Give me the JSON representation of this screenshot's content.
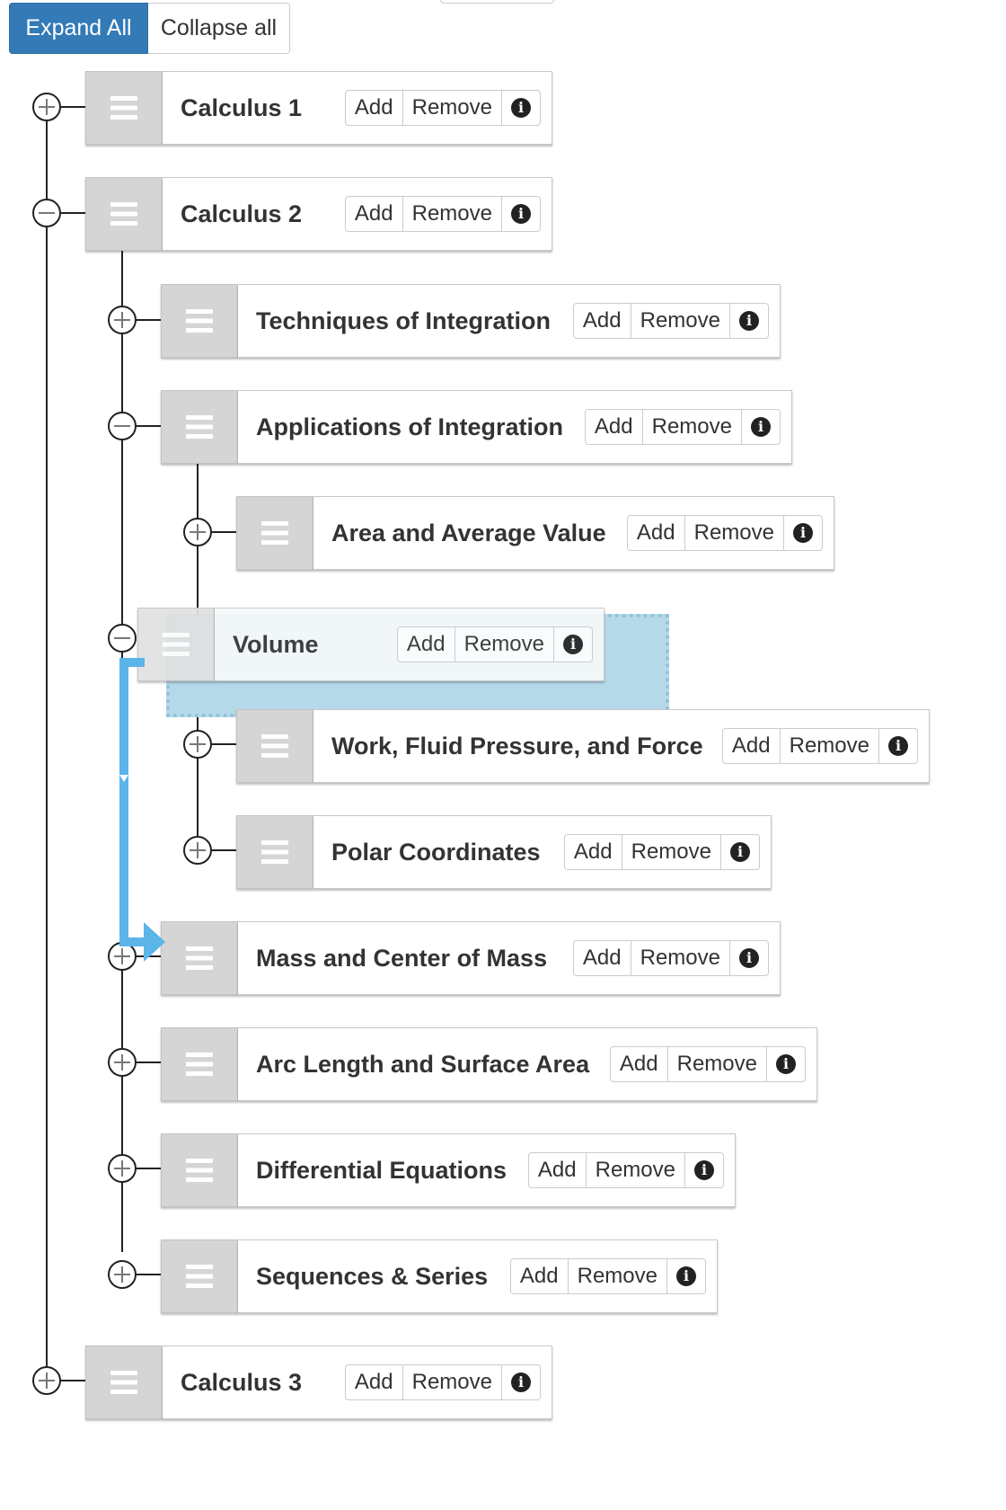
{
  "toolbar": {
    "expand_all": "Expand All",
    "collapse_all": "Collapse all"
  },
  "node_buttons": {
    "add": "Add",
    "remove": "Remove",
    "info_icon": "info-circle-icon",
    "info_glyph": "i"
  },
  "tree": {
    "calculus1": {
      "title": "Calculus 1",
      "state": "collapsed"
    },
    "calculus2": {
      "title": "Calculus 2",
      "state": "expanded"
    },
    "techniques": {
      "title": "Techniques of Integration",
      "state": "collapsed"
    },
    "applications": {
      "title": "Applications of Integration",
      "state": "expanded"
    },
    "area": {
      "title": "Area and Average Value",
      "state": "collapsed"
    },
    "volume": {
      "title": "Volume",
      "state": "expanded",
      "dragging": true
    },
    "work": {
      "title": "Work, Fluid Pressure, and Force",
      "state": "collapsed"
    },
    "polar": {
      "title": "Polar Coordinates",
      "state": "collapsed"
    },
    "mass": {
      "title": "Mass and Center of Mass",
      "state": "collapsed"
    },
    "arc": {
      "title": "Arc Length and Surface Area",
      "state": "collapsed"
    },
    "diffeq": {
      "title": "Differential Equations",
      "state": "collapsed"
    },
    "sequences": {
      "title": "Sequences & Series",
      "state": "collapsed"
    },
    "calculus3": {
      "title": "Calculus 3",
      "state": "collapsed"
    }
  },
  "colors": {
    "primary": "#337ab7",
    "drop_indicator": "#5bb5e8",
    "placeholder": "#b6d9ea",
    "handle": "#d5d5d5"
  }
}
